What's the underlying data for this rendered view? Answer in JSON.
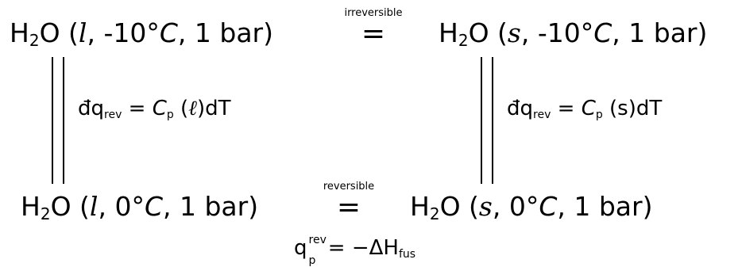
{
  "top_left": {
    "species": "H",
    "subscript": "2",
    "species_end": "O",
    "open": "(",
    "phase": "l",
    "temp": ", -10°",
    "unit": "C",
    "pressure": ", 1 bar)"
  },
  "top_right": {
    "species": "H",
    "subscript": "2",
    "species_end": "O",
    "open": "(",
    "phase": "s",
    "temp": ", -10°",
    "unit": "C",
    "pressure": ", 1 bar)"
  },
  "bottom_left": {
    "species": "H",
    "subscript": "2",
    "species_end": "O",
    "open": "(",
    "phase": "l",
    "temp": ", 0°",
    "unit": "C",
    "pressure": ", 1 bar)"
  },
  "bottom_right": {
    "species": "H",
    "subscript": "2",
    "species_end": "O",
    "open": "(",
    "phase": "s",
    "temp": ", 0°",
    "unit": "C",
    "pressure": ", 1 bar)"
  },
  "top_equality": {
    "label": "irreversible",
    "symbol": "="
  },
  "bottom_equality": {
    "label": "reversible",
    "symbol": "="
  },
  "left_heat": {
    "dq": "đq",
    "sub": "rev",
    "mid": " = ",
    "cp": "C",
    "cp_sub": "p",
    "phase_expr_open": " (",
    "phase": "ℓ",
    "phase_expr_close": ")dT"
  },
  "right_heat": {
    "dq": "đq",
    "sub": "rev",
    "mid": " = ",
    "cp": "C",
    "cp_sub": "p",
    "phase_expr_open": " (",
    "phase": "s",
    "phase_expr_close": ")dT"
  },
  "fusion_heat": {
    "q": "q",
    "sup": "rev",
    "sub": "p",
    "rhs": " = −ΔH",
    "rhs_sub": "fus"
  }
}
